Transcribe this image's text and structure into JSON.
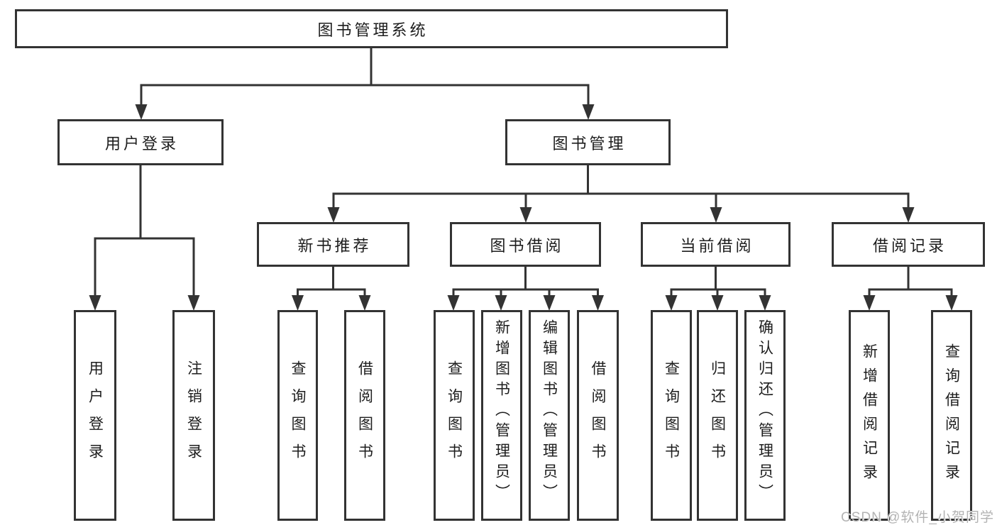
{
  "title": "图书管理系统",
  "level2": {
    "user_login": "用户登录",
    "book_mgmt": "图书管理"
  },
  "level3": {
    "new_books": "新书推荐",
    "book_borrow": "图书借阅",
    "current_borrow": "当前借阅",
    "borrow_records": "借阅记录"
  },
  "leaves": {
    "user_login": "用户登录",
    "logout": "注销登录",
    "nb_query": "查询图书",
    "nb_borrow": "借阅图书",
    "bb_query": "查询图书",
    "bb_add": "新增图书（管理员）",
    "bb_edit": "编辑图书（管理员）",
    "bb_borrow": "借阅图书",
    "cb_query": "查询图书",
    "cb_return": "归还图书",
    "cb_confirm": "确认归还（管理员）",
    "br_add": "新增借阅记录",
    "br_query": "查询借阅记录"
  },
  "watermark": "CSDN @软件_小贺同学",
  "colors": {
    "line": "#333333",
    "text": "#1d1d1d",
    "watermark": "#b3b3b3",
    "background": "#ffffff"
  }
}
